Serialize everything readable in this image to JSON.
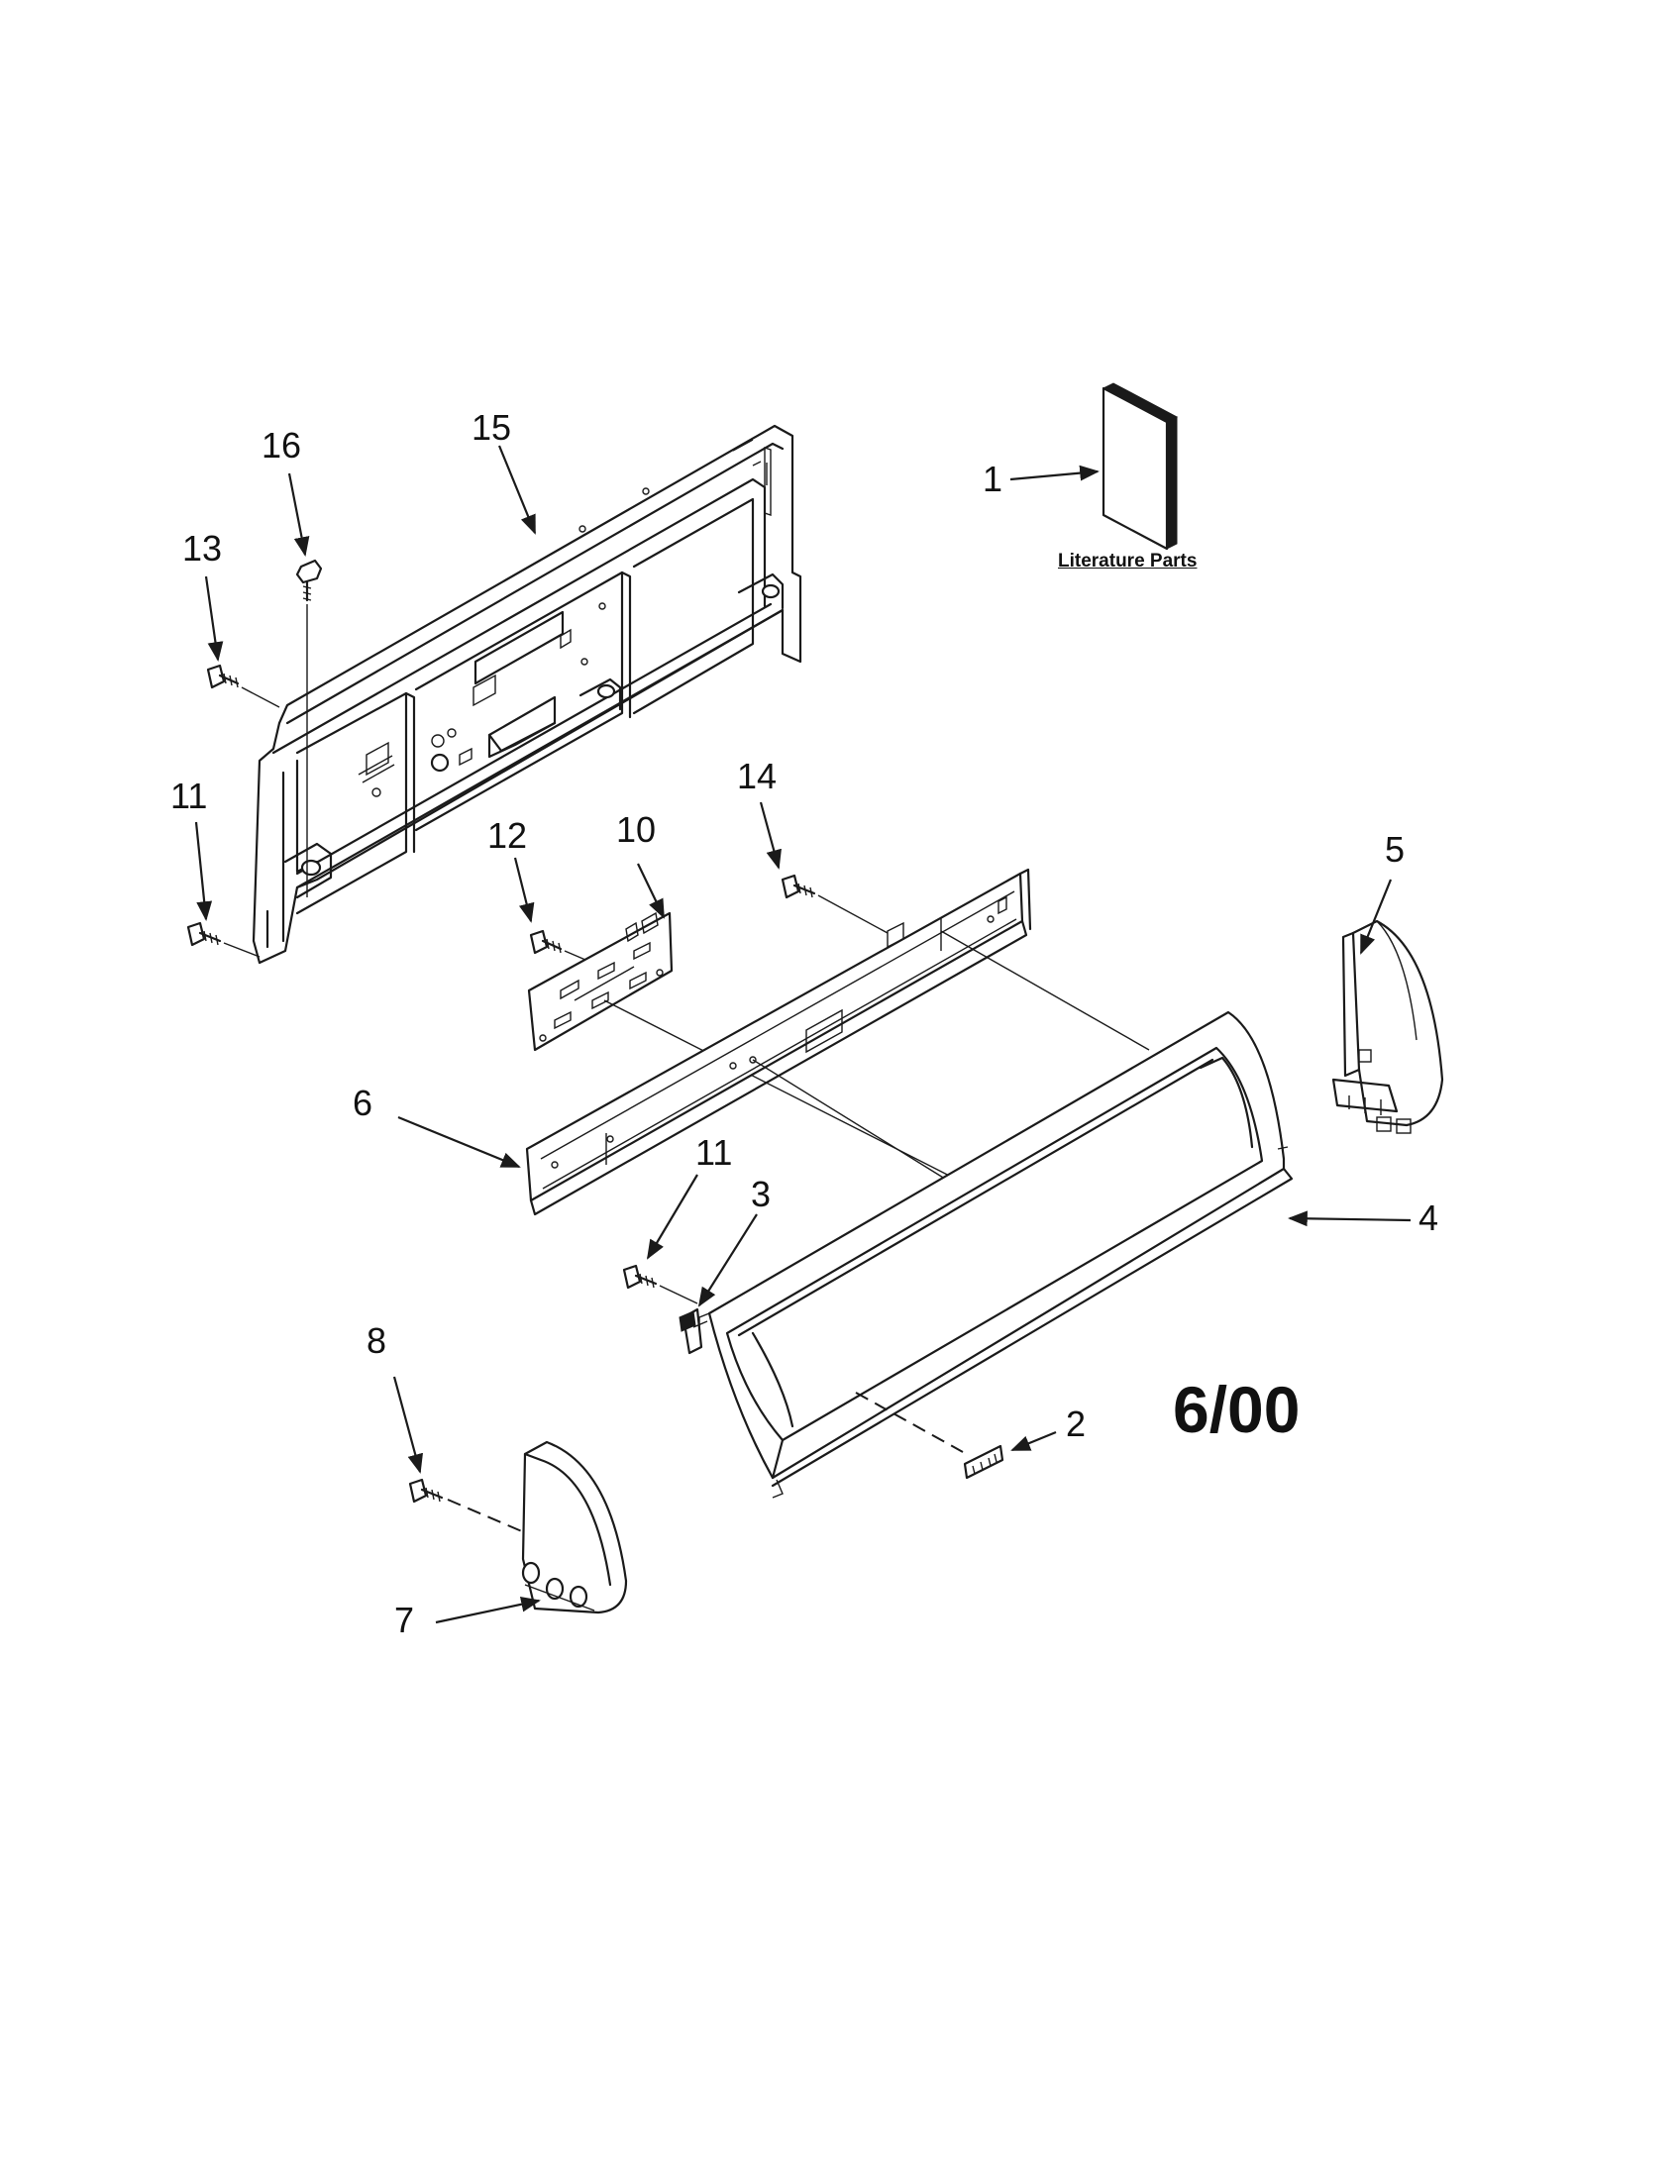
{
  "diagram": {
    "callouts": [
      {
        "id": "c1",
        "label": "1"
      },
      {
        "id": "c2",
        "label": "2"
      },
      {
        "id": "c3",
        "label": "3"
      },
      {
        "id": "c4",
        "label": "4"
      },
      {
        "id": "c5",
        "label": "5"
      },
      {
        "id": "c6",
        "label": "6"
      },
      {
        "id": "c7",
        "label": "7"
      },
      {
        "id": "c8",
        "label": "8"
      },
      {
        "id": "c10",
        "label": "10"
      },
      {
        "id": "c11a",
        "label": "11"
      },
      {
        "id": "c11b",
        "label": "11"
      },
      {
        "id": "c12",
        "label": "12"
      },
      {
        "id": "c13",
        "label": "13"
      },
      {
        "id": "c14",
        "label": "14"
      },
      {
        "id": "c15",
        "label": "15"
      },
      {
        "id": "c16",
        "label": "16"
      }
    ],
    "literature_caption": "Literature Parts",
    "revision_date": "6/00"
  }
}
